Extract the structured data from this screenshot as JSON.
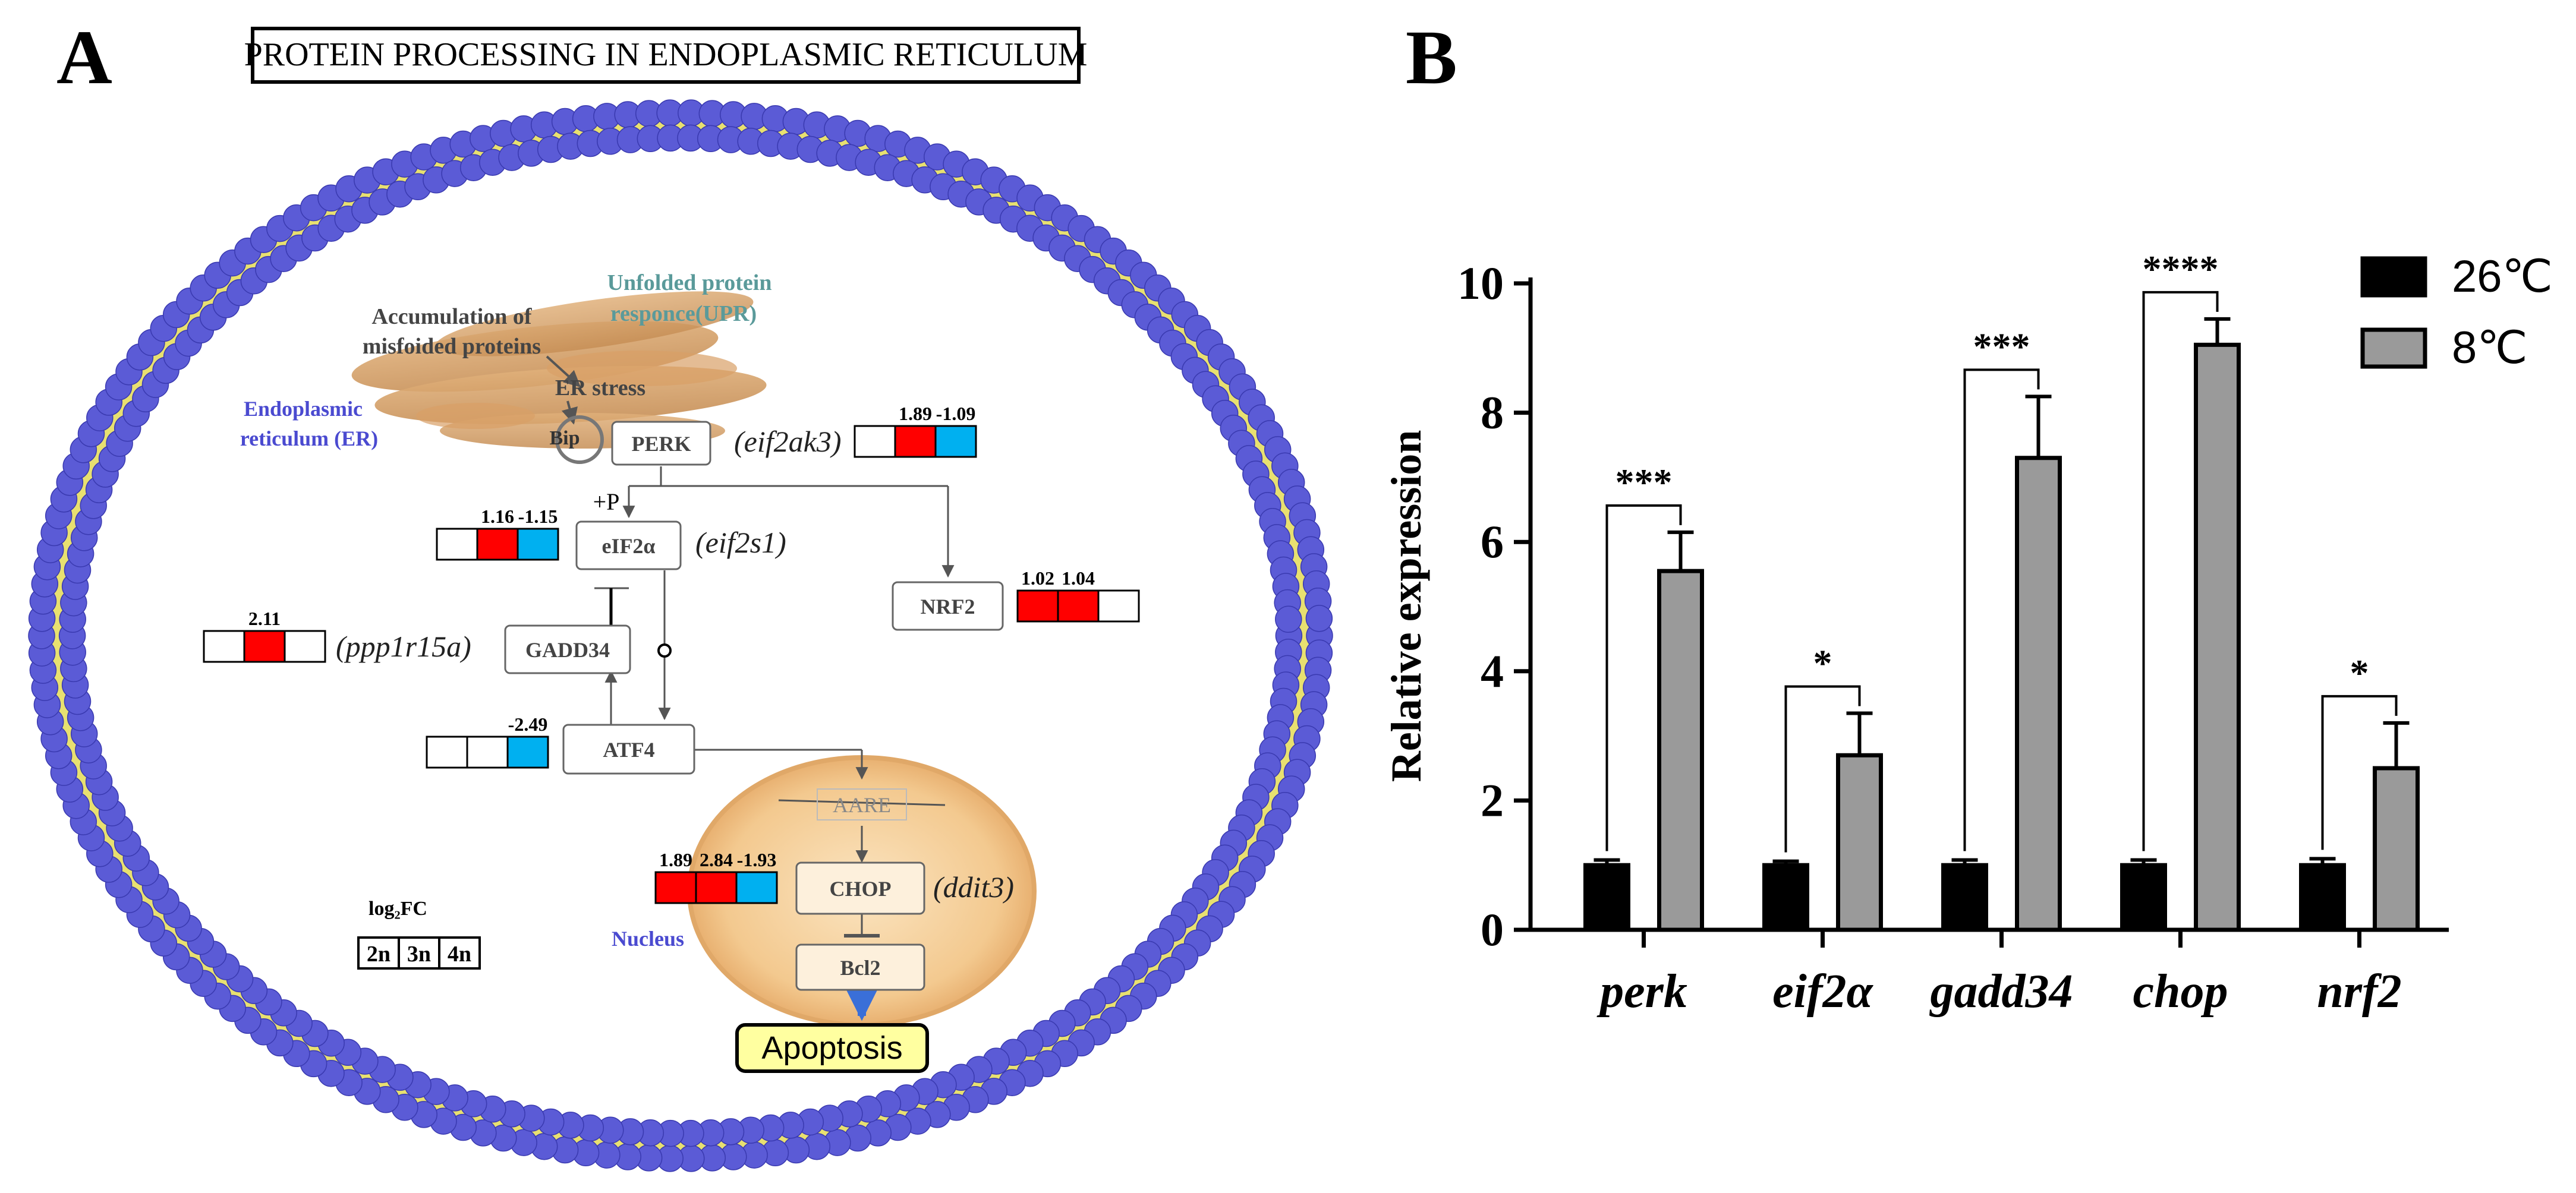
{
  "panel_a": {
    "letter": "A",
    "title": "PROTEIN PROCESSING IN ENDOPLASMIC RETICULUM",
    "labels": {
      "accumulation_1": "Accumulation of",
      "accumulation_2": "misfoided proteins",
      "upr_1": "Unfolded protein",
      "upr_2": "responce(UPR)",
      "er_stress": "ER stress",
      "er_1": "Endoplasmic",
      "er_2": "reticulum  (ER)",
      "bip": "Bip",
      "plus_p": "+P",
      "nucleus": "Nucleus",
      "log2fc": "log₂FC",
      "apoptosis": "Apoptosis"
    },
    "nodes": {
      "perk": "PERK",
      "eif2a": "eIF2α",
      "nrf2": "NRF2",
      "gadd34": "GADD34",
      "atf4": "ATF4",
      "aare": "AARE",
      "chop": "CHOP",
      "bcl2": "Bcl2"
    },
    "genes": {
      "perk": "(eif2ak3)",
      "eif2a": "(eif2s1)",
      "gadd34": "(ppp1r15a)",
      "chop": "(ddit3)"
    },
    "legend_cells": [
      "2n",
      "3n",
      "4n"
    ],
    "fc_boxes": {
      "perk": [
        "",
        "1.89",
        "-1.09"
      ],
      "eif2a": [
        "",
        "1.16",
        "-1.15"
      ],
      "gadd34": [
        "",
        "2.11",
        ""
      ],
      "nrf2": [
        "1.02",
        "1.04",
        ""
      ],
      "atf4": [
        "",
        "",
        "-2.49"
      ],
      "chop": [
        "1.89",
        "2.84",
        "-1.93"
      ]
    },
    "colors": {
      "up": "#ff0000",
      "down": "#00b0f0",
      "membrane_head": "#5b5bd6",
      "membrane_tail": "#e8e070",
      "er_text": "#4a4ad0",
      "upr_text": "#5a9a9a",
      "nucleus_fill": "#f7d9a8",
      "apoptosis_fill": "#ffffa0"
    }
  },
  "panel_b": {
    "letter": "B"
  },
  "chart_data": {
    "type": "bar",
    "categories": [
      "perk",
      "eif2α",
      "gadd34",
      "chop",
      "nrf2"
    ],
    "series": [
      {
        "name": "26℃",
        "values": [
          1.0,
          1.0,
          1.0,
          1.0,
          1.0
        ],
        "errors": [
          0.08,
          0.06,
          0.08,
          0.08,
          0.1
        ],
        "color": "#000000"
      },
      {
        "name": "8℃",
        "values": [
          5.55,
          2.7,
          7.3,
          9.05,
          2.5
        ],
        "errors": [
          0.6,
          0.65,
          0.95,
          0.4,
          0.7
        ],
        "color": "#9a9a9a"
      }
    ],
    "significance": [
      "***",
      "*",
      "***",
      "****",
      "*"
    ],
    "ylabel": "Relative expression",
    "xlabel": "",
    "ylim": [
      0,
      10
    ],
    "yticks": [
      0,
      2,
      4,
      6,
      8,
      10
    ],
    "legend_placement": "top-right",
    "grid": false
  }
}
